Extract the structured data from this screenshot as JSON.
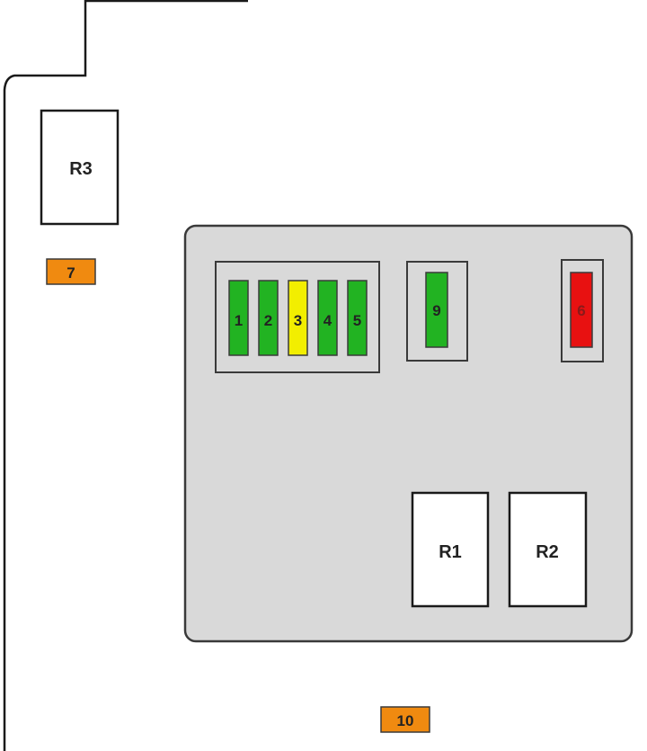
{
  "colors": {
    "outline": "#1a1a1a",
    "panel_fill": "#d9d9d9",
    "panel_stroke": "#3a3a3a",
    "relay_fill": "#ffffff",
    "fuse_green": "#22b322",
    "fuse_yellow": "#f2ee00",
    "fuse_red": "#e81111",
    "fuse_orange": "#f08a10",
    "text": "#222222",
    "red_fuse_text": "#8a1a1a"
  },
  "relays": {
    "r1": "R1",
    "r2": "R2",
    "r3": "R3"
  },
  "fuses": {
    "f1": {
      "label": "1",
      "color": "green"
    },
    "f2": {
      "label": "2",
      "color": "green"
    },
    "f3": {
      "label": "3",
      "color": "yellow"
    },
    "f4": {
      "label": "4",
      "color": "green"
    },
    "f5": {
      "label": "5",
      "color": "green"
    },
    "f6": {
      "label": "6",
      "color": "red"
    },
    "f7": {
      "label": "7",
      "color": "orange"
    },
    "f9": {
      "label": "9",
      "color": "green"
    },
    "f10": {
      "label": "10",
      "color": "orange"
    }
  }
}
